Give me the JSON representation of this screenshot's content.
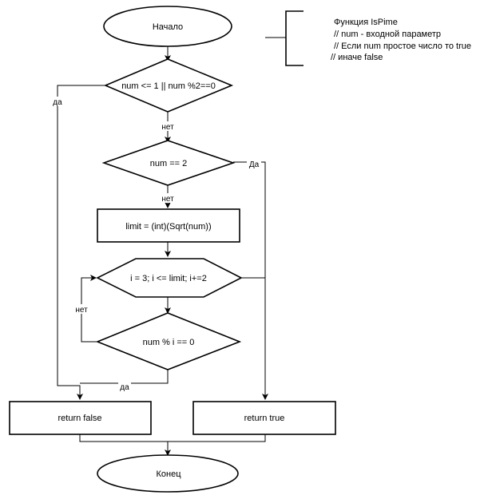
{
  "nodes": {
    "start": "Начало",
    "cond1": "num <= 1 || num %2==0",
    "cond2": "num == 2",
    "limit": "limit = (int)(Sqrt(num))",
    "loop": "i = 3; i <= limit; i+=2",
    "cond3": "num % i == 0",
    "ret_false": "return false",
    "ret_true": "return true",
    "end": "Конец"
  },
  "edge_labels": {
    "cond1_yes": "да",
    "cond1_no": "нет",
    "cond2_yes": "Да",
    "cond2_no": "нет",
    "cond3_no": "нет",
    "cond3_yes": "да"
  },
  "comment": [
    "Функция IsPime",
    "// num - входной параметр",
    "// Если num простое число то true",
    "// иначе false"
  ]
}
